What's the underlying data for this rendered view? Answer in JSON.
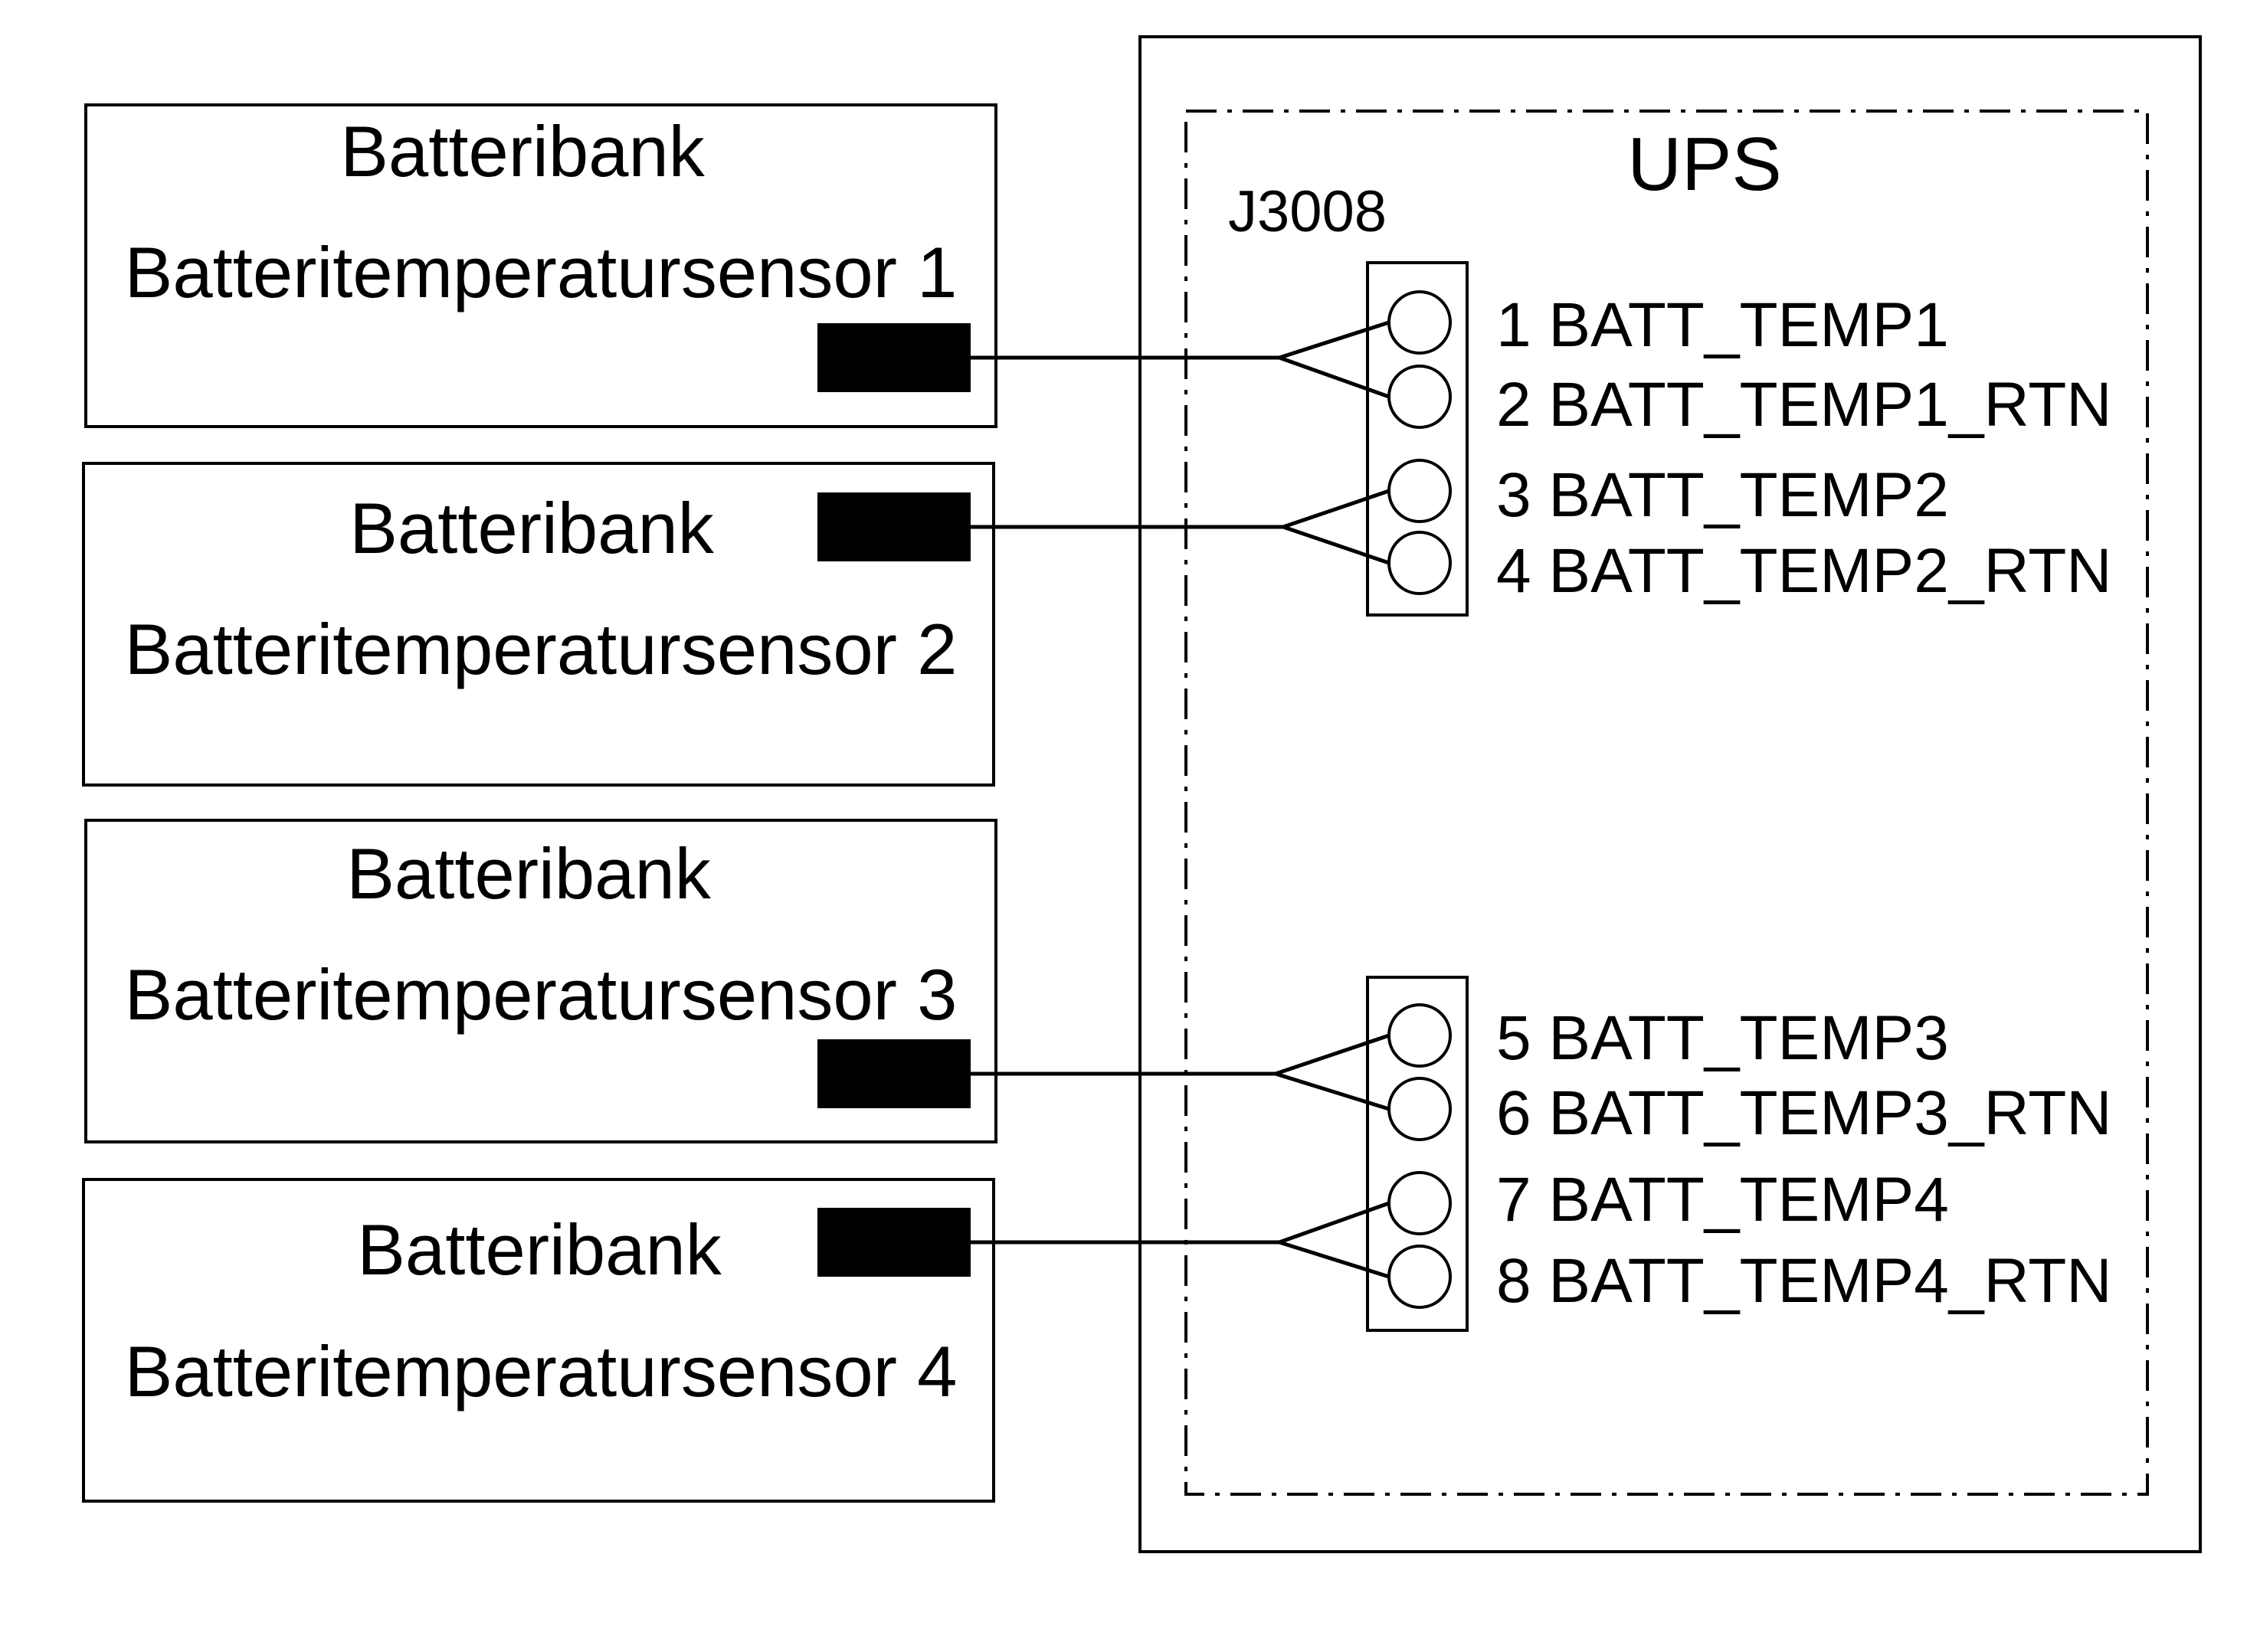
{
  "colors": {
    "line": "#000000",
    "background": "#ffffff"
  },
  "battery_banks": [
    {
      "title": "Batteribank",
      "sensor": "Batteritemperatursensor 1"
    },
    {
      "title": "Batteribank",
      "sensor": "Batteritemperatursensor 2"
    },
    {
      "title": "Batteribank",
      "sensor": "Batteritemperatursensor 3"
    },
    {
      "title": "Batteribank",
      "sensor": "Batteritemperatursensor 4"
    }
  ],
  "ups": {
    "title": "UPS",
    "connector": "J3008",
    "pins": [
      "1 BATT_TEMP1",
      "2 BATT_TEMP1_RTN",
      "3 BATT_TEMP2",
      "4 BATT_TEMP2_RTN",
      "5 BATT_TEMP3",
      "6 BATT_TEMP3_RTN",
      "7 BATT_TEMP4",
      "8 BATT_TEMP4_RTN"
    ]
  }
}
